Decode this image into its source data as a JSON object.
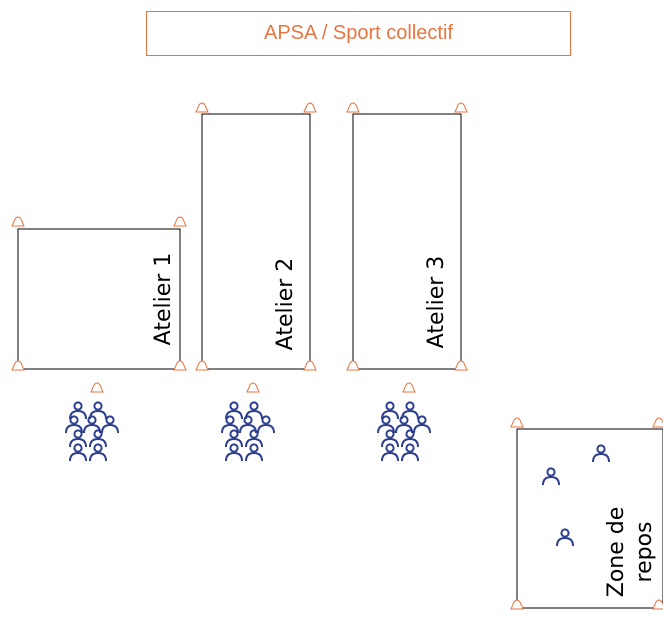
{
  "title": "APSA / Sport collectif",
  "colors": {
    "accent": "#E9743F",
    "player": "#2E3F8F",
    "line": "#000000"
  },
  "workshops": [
    {
      "label": "Atelier 1",
      "player_count": 9
    },
    {
      "label": "Atelier 2",
      "player_count": 9
    },
    {
      "label": "Atelier 3",
      "player_count": 9
    }
  ],
  "rest_zone": {
    "label_line1": "Zone de",
    "label_line2": "repos",
    "player_count": 3
  },
  "icons": {
    "cone": "cone-icon",
    "player": "person-icon"
  }
}
